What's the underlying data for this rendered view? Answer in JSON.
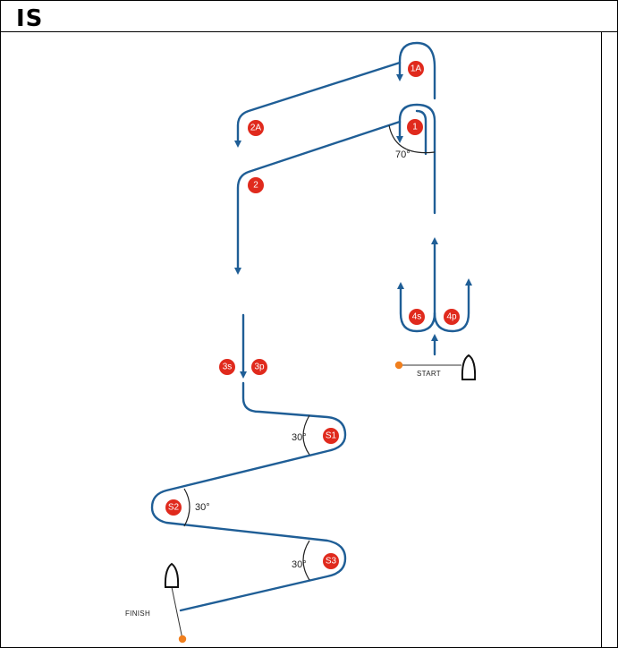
{
  "header": {
    "code": "IS"
  },
  "diagram": {
    "colors": {
      "path": "#1f5e96",
      "marker": "#e02a1d",
      "dot": "#f07f1e"
    },
    "markers": {
      "m1A": "1A",
      "m1": "1",
      "m2A": "2A",
      "m2": "2",
      "m3s": "3s",
      "m3p": "3p",
      "m4s": "4s",
      "m4p": "4p",
      "mS1": "S1",
      "mS2": "S2",
      "mS3": "S3"
    },
    "angles": {
      "a70": "70°",
      "aS1": "30°",
      "aS2": "30°",
      "aS3": "30°"
    },
    "labels": {
      "start": "START",
      "finish": "FINISH"
    }
  }
}
